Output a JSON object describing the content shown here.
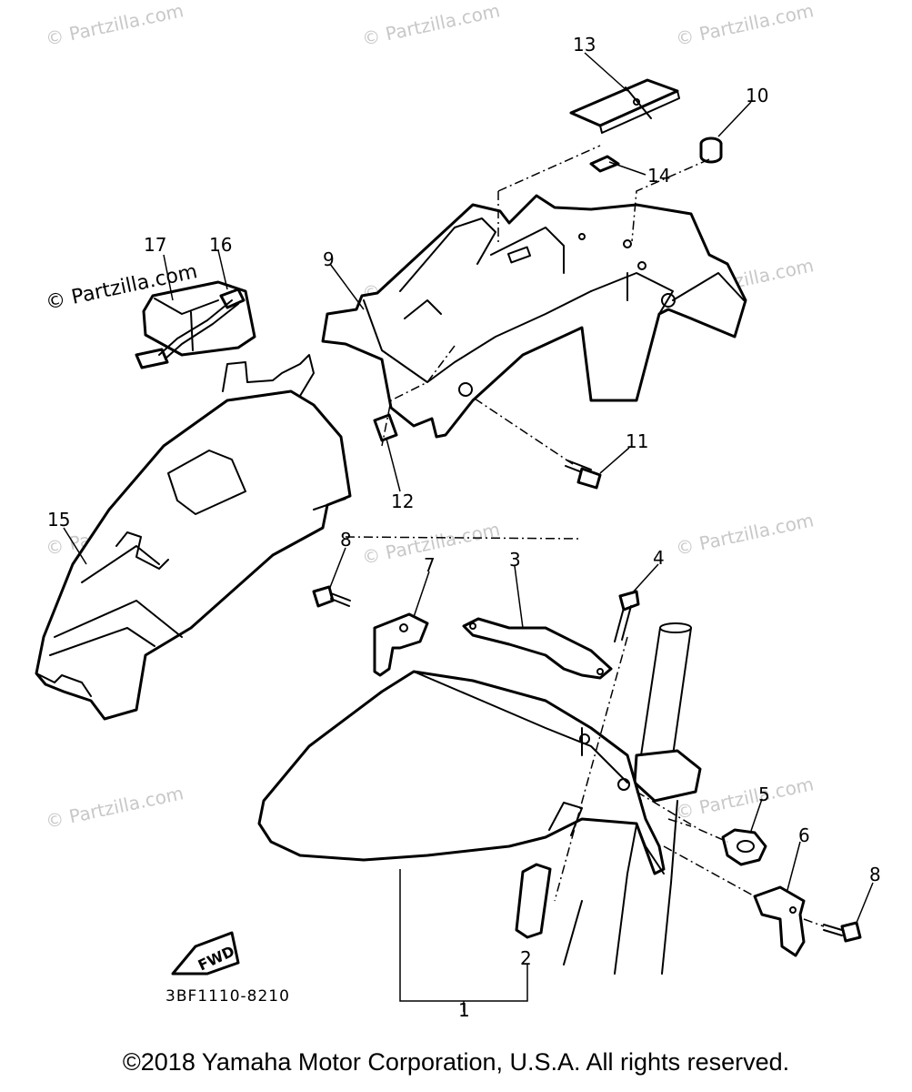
{
  "diagram": {
    "watermark": "© Partzilla.com",
    "part_code": "3BF1110-8210",
    "fwd_label": "FWD",
    "callouts": [
      "1",
      "2",
      "3",
      "4",
      "5",
      "6",
      "7",
      "8",
      "8",
      "9",
      "10",
      "11",
      "12",
      "13",
      "14",
      "15",
      "16",
      "17"
    ]
  },
  "footer": {
    "copyright": "©2018  Yamaha Motor Corporation, U.S.A. All rights reserved."
  }
}
